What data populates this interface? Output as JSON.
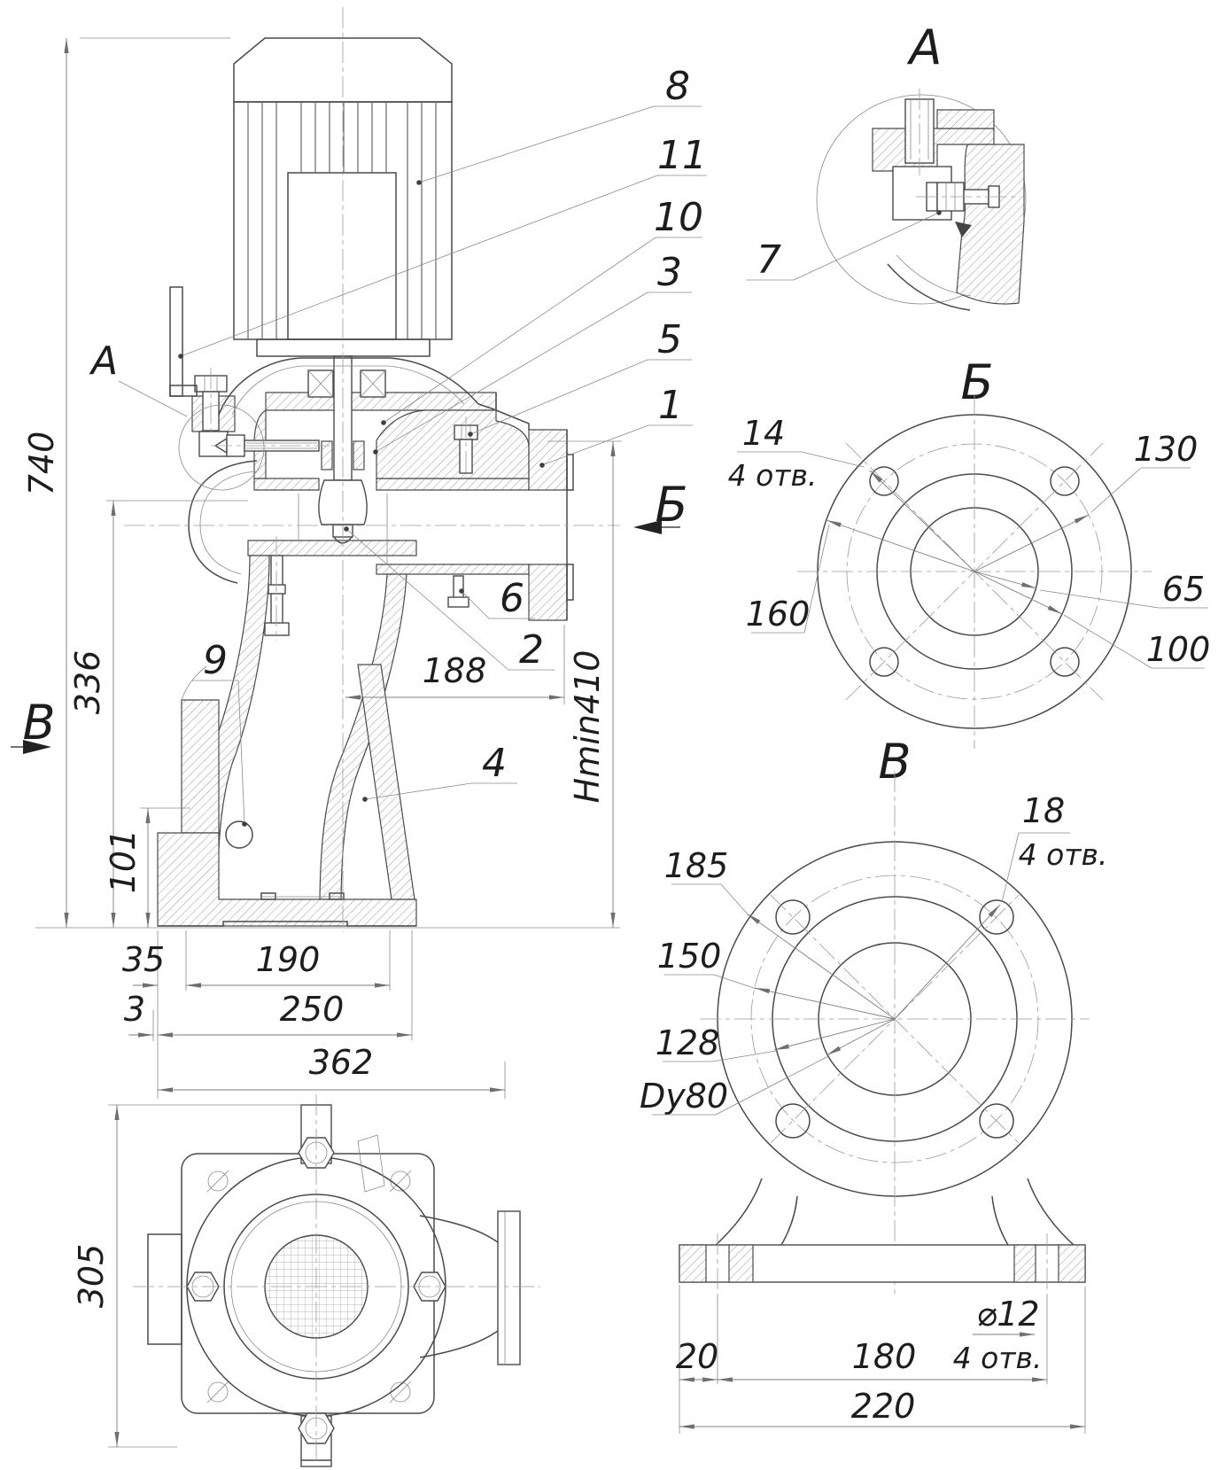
{
  "callouts": {
    "n1": "1",
    "n2": "2",
    "n3": "3",
    "n4": "4",
    "n5": "5",
    "n6": "6",
    "n7": "7",
    "n8": "8",
    "n9": "9",
    "n10": "10",
    "n11": "11"
  },
  "labels": {
    "detail_title": "А",
    "detail_ref": "А",
    "view_b_title": "Б",
    "section_b": "Б",
    "view_v_title": "В",
    "section_v": "В"
  },
  "dims_main": {
    "h740": "740",
    "h336": "336",
    "h101": "101",
    "w35": "35",
    "w190": "190",
    "w3": "3",
    "w250": "250",
    "w362": "362",
    "w188": "188",
    "hmin": "Hmin410",
    "h305": "305"
  },
  "dims_b": {
    "hole": "14",
    "holes_note": "4 отв.",
    "outer": "160",
    "bolt_circle": "130",
    "bore": "65",
    "boss": "100"
  },
  "dims_v": {
    "outer": "185",
    "bolt_circle": "150",
    "boss": "128",
    "bore": "Dy80",
    "hole": "18",
    "holes_note": "4 отв.",
    "edge": "20",
    "span": "180",
    "base": "220",
    "base_hole": "⌀12",
    "base_holes_note": "4 отв."
  }
}
